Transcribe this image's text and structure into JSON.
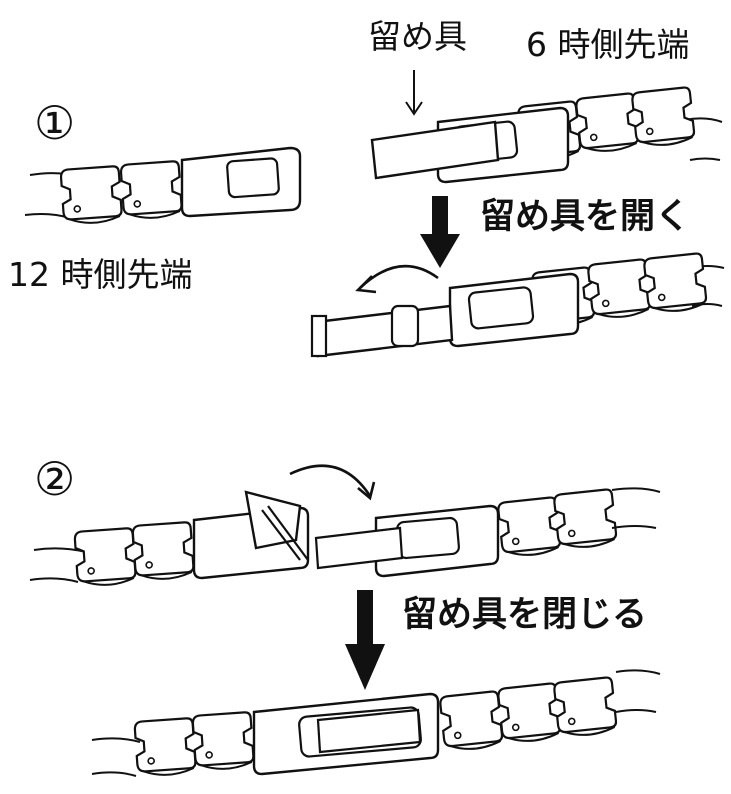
{
  "steps": {
    "one": "①",
    "two": "②"
  },
  "labels": {
    "clasp": "留め具",
    "six_oclock_end": "6 時側先端",
    "twelve_oclock_end": "12 時側先端",
    "open_clasp": "留め具を開く",
    "close_clasp": "留め具を閉じる"
  },
  "colors": {
    "ink": "#111111",
    "paper": "#ffffff"
  }
}
